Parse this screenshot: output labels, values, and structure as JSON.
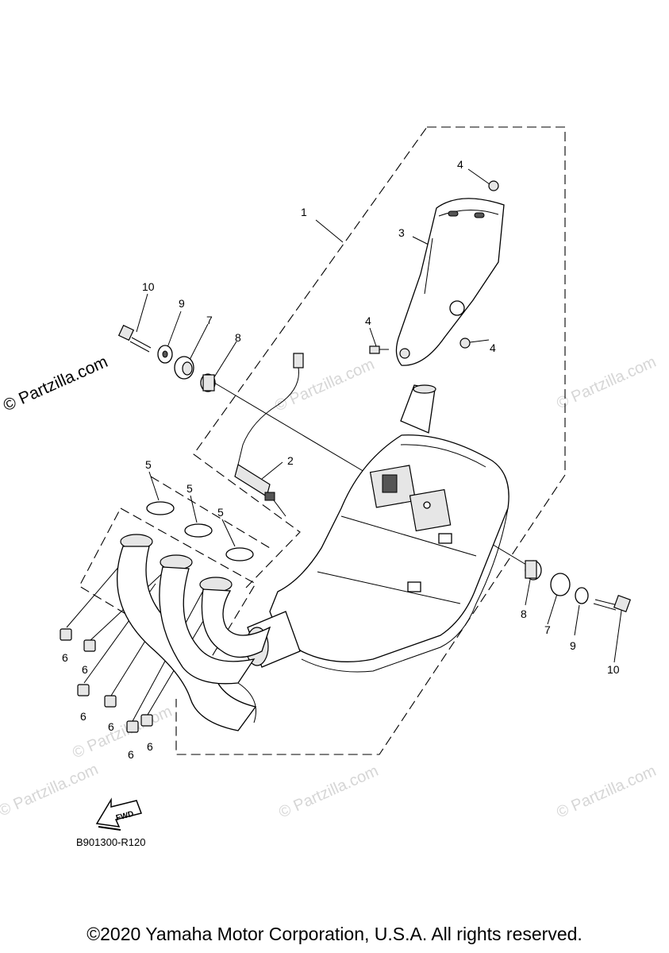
{
  "watermarks": {
    "main": "© Partzilla.com",
    "faint": "© Partzilla.com"
  },
  "callouts": {
    "c1": "1",
    "c2": "2",
    "c3": "3",
    "c4a": "4",
    "c4b": "4",
    "c4c": "4",
    "c5a": "5",
    "c5b": "5",
    "c5c": "5",
    "c6a": "6",
    "c6b": "6",
    "c6c": "6",
    "c6d": "6",
    "c6e": "6",
    "c6f": "6",
    "c7a": "7",
    "c7b": "7",
    "c8a": "8",
    "c8b": "8",
    "c9a": "9",
    "c9b": "9",
    "c10a": "10",
    "c10b": "10"
  },
  "fwd_label": "FWD",
  "diagram_code": "B901300-R120",
  "copyright": "©2020 Yamaha Motor Corporation, U.S.A. All rights reserved."
}
